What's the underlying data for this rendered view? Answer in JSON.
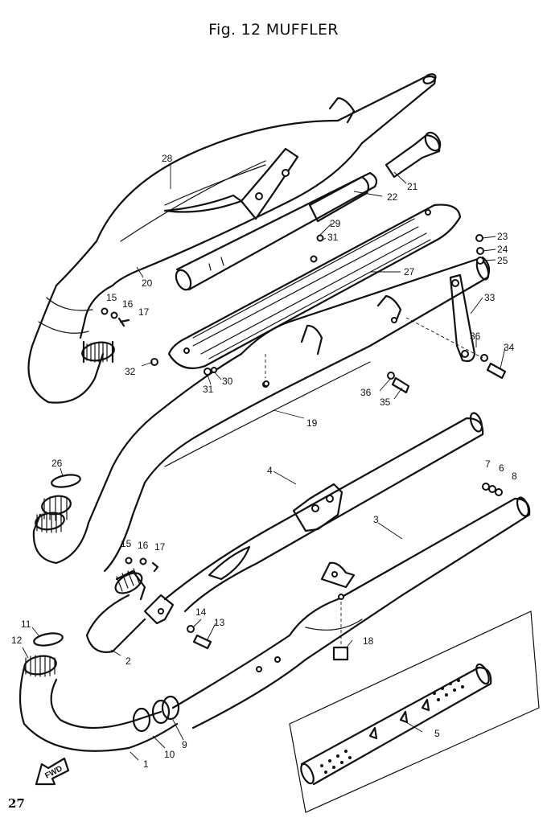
{
  "title": "Fig. 12 MUFFLER",
  "page_number": "27",
  "fwd_label": "FWD",
  "part_labels": [
    "1",
    "2",
    "3",
    "4",
    "5",
    "6",
    "7",
    "8",
    "9",
    "10",
    "11",
    "12",
    "13",
    "14",
    "15",
    "16",
    "17",
    "18",
    "19",
    "20",
    "21",
    "22",
    "23",
    "24",
    "25",
    "26",
    "27",
    "28",
    "29",
    "30",
    "31",
    "32",
    "33",
    "34",
    "35",
    "36"
  ]
}
